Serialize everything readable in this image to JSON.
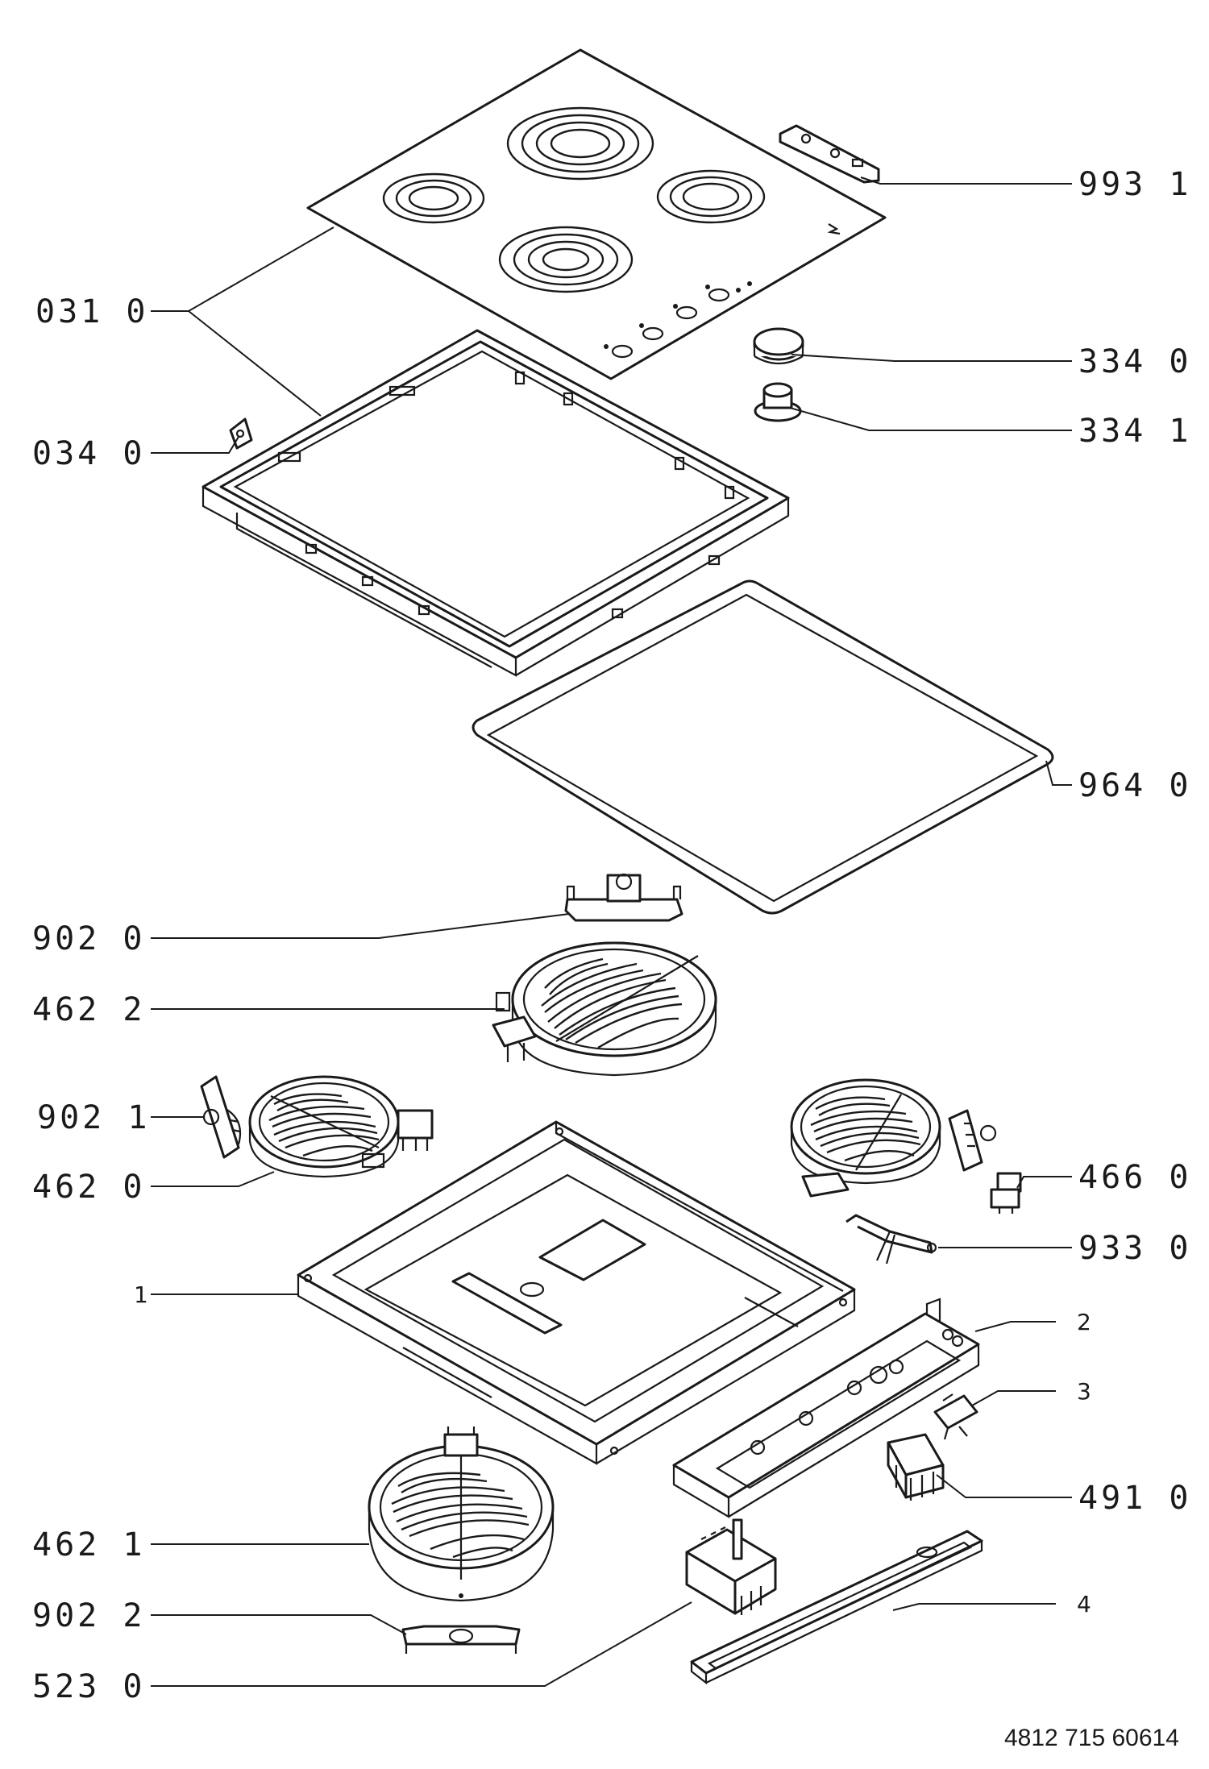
{
  "labels": {
    "l9931": "993 1",
    "l0310": "031 0",
    "l3340": "334 0",
    "l0340": "034 0",
    "l3341": "334 1",
    "l9640": "964 0",
    "l9020": "902 0",
    "l4622": "462 2",
    "l9021": "902 1",
    "l4660": "466 0",
    "l4620": "462 0",
    "l9330": "933 0",
    "l1": "1",
    "l2": "2",
    "l3": "3",
    "l4910": "491 0",
    "l4621": "462 1",
    "l9022": "902 2",
    "l4": "4",
    "l5230": "523 0"
  },
  "document_number": "4812 715 60614"
}
